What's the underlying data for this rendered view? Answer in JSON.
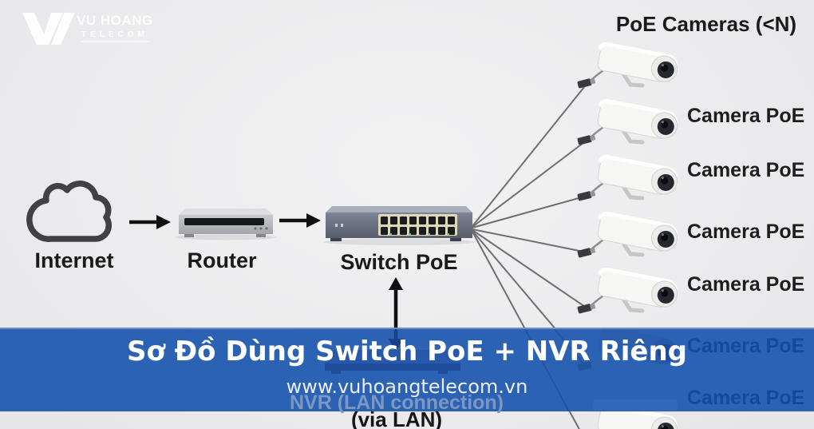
{
  "logo": {
    "brand": "VU HOANG",
    "sub": "TELECOM"
  },
  "diagram": {
    "cameras_title": "PoE Cameras (<N)",
    "internet_label": "Internet",
    "router_label": "Router",
    "switch_label": "Switch PoE",
    "camera_labels": [
      "Camera PoE",
      "Camera PoE",
      "Camera PoE",
      "Camera PoE",
      "Camera PoE",
      "Camera PoE"
    ],
    "nvr_label": "NVR (LAN connection)",
    "via_lan_label": "(via LAN)"
  },
  "banner": {
    "title": "Sơ Đồ Dùng Switch PoE + NVR Riêng",
    "url": "www.vuhoangtelecom.vn",
    "bg_color": "#2c62b4"
  },
  "colors": {
    "background": "#ececec",
    "line_gray": "#6e6e70",
    "text_black": "#1a1a1a",
    "banner_blue": "#2c62b4",
    "showthrough_blue": "#16489b"
  }
}
